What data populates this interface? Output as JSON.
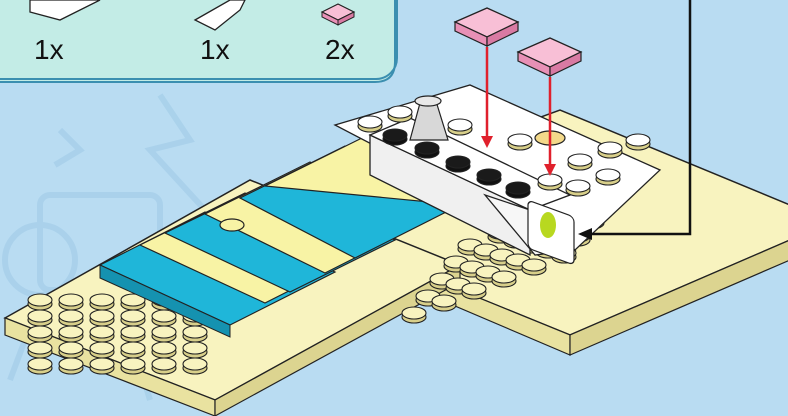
{
  "parts_list": {
    "items": [
      {
        "count": "1x",
        "part": "white-brick"
      },
      {
        "count": "1x",
        "part": "white-slope"
      },
      {
        "count": "2x",
        "part": "pink-tile"
      }
    ]
  },
  "colors": {
    "background": "#b9dcf2",
    "panel": "#c3ece6",
    "panel_border": "#3b8fb0",
    "baseplate": "#f8f3bf",
    "blue_tile": "#1fb6d9",
    "yellow_tile": "#f8f3a5",
    "white_brick": "#ffffff",
    "pink_tile": "#f4a8c8",
    "arrow_red": "#e0202c",
    "black_stud": "#1a1a1a"
  }
}
